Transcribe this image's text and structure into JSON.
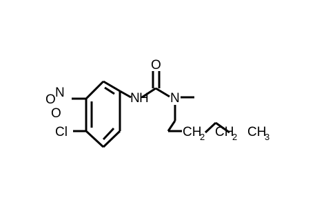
{
  "molecule": {
    "atoms": {
      "carbonyl_o": "O",
      "nh": "N",
      "nh_h": "H",
      "n_methyl": "N",
      "no2_o1": "O",
      "no2_n": "N",
      "no2_o2": "O",
      "cl": "Cl",
      "ch2_a": "CH",
      "ch2_a_sub": "2",
      "ch2_b": "CH",
      "ch2_b_sub": "2",
      "ch3": "CH",
      "ch3_sub": "3"
    }
  }
}
